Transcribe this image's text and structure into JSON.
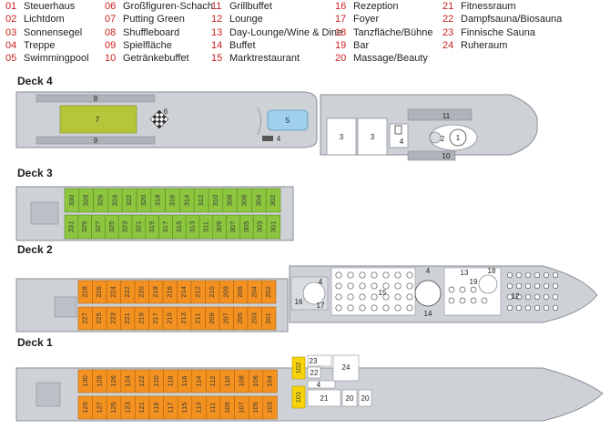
{
  "legend": [
    {
      "num": "01",
      "label": "Steuerhaus"
    },
    {
      "num": "02",
      "label": "Lichtdom"
    },
    {
      "num": "03",
      "label": "Sonnensegel"
    },
    {
      "num": "04",
      "label": "Treppe"
    },
    {
      "num": "05",
      "label": "Swimmingpool"
    },
    {
      "num": "06",
      "label": "Großfiguren-Schach"
    },
    {
      "num": "07",
      "label": "Putting Green"
    },
    {
      "num": "08",
      "label": "Shuffleboard"
    },
    {
      "num": "09",
      "label": "Spielfläche"
    },
    {
      "num": "10",
      "label": "Getränkebuffet"
    },
    {
      "num": "11",
      "label": "Grillbuffet"
    },
    {
      "num": "12",
      "label": "Lounge"
    },
    {
      "num": "13",
      "label": "Day-Lounge/Wine & Dine"
    },
    {
      "num": "14",
      "label": "Buffet"
    },
    {
      "num": "15",
      "label": "Marktrestaurant"
    },
    {
      "num": "16",
      "label": "Rezeption"
    },
    {
      "num": "17",
      "label": "Foyer"
    },
    {
      "num": "18",
      "label": "Tanzfläche/Bühne"
    },
    {
      "num": "19",
      "label": "Bar"
    },
    {
      "num": "20",
      "label": "Massage/Beauty"
    },
    {
      "num": "21",
      "label": "Fitnessraum"
    },
    {
      "num": "22",
      "label": "Dampfsauna/Biosauna"
    },
    {
      "num": "23",
      "label": "Finnische Sauna"
    },
    {
      "num": "24",
      "label": "Ruheraum"
    }
  ],
  "decks": [
    {
      "title": "Deck 4",
      "areas": [
        "8",
        "7",
        "6",
        "9",
        "5",
        "4",
        "3",
        "3",
        "4",
        "2",
        "1",
        "11",
        "10"
      ]
    },
    {
      "title": "Deck 3",
      "cabins_top": [
        "330",
        "328",
        "326",
        "324",
        "322",
        "320",
        "318",
        "316",
        "314",
        "312",
        "310",
        "308",
        "306",
        "304",
        "302"
      ],
      "cabins_bottom": [
        "331",
        "329",
        "327",
        "325",
        "323",
        "321",
        "319",
        "317",
        "315",
        "313",
        "311",
        "309",
        "307",
        "305",
        "303",
        "301"
      ]
    },
    {
      "title": "Deck 2",
      "cabins_top": [
        "228",
        "226",
        "224",
        "222",
        "220",
        "218",
        "216",
        "214",
        "212",
        "210",
        "208",
        "206",
        "204",
        "202"
      ],
      "cabins_bottom": [
        "227",
        "225",
        "223",
        "221",
        "219",
        "217",
        "215",
        "213",
        "211",
        "209",
        "207",
        "205",
        "203",
        "201"
      ],
      "areas": [
        "16",
        "4",
        "17",
        "15",
        "4",
        "14",
        "13",
        "18",
        "19",
        "12"
      ]
    },
    {
      "title": "Deck 1",
      "cabins_top": [
        "130",
        "128",
        "126",
        "124",
        "122",
        "120",
        "118",
        "116",
        "114",
        "112",
        "110",
        "108",
        "106",
        "104"
      ],
      "cabins_bottom": [
        "129",
        "127",
        "125",
        "123",
        "121",
        "119",
        "117",
        "115",
        "113",
        "111",
        "109",
        "107",
        "105",
        "103"
      ],
      "cabins_yellow": [
        "102",
        "101"
      ],
      "areas": [
        "23",
        "22",
        "24",
        "4",
        "21",
        "20",
        "20"
      ]
    }
  ],
  "colors": {
    "legend_number": "#c8201e",
    "hull": "#c9cdd2",
    "hull_stroke": "#8a8f96",
    "cabin_green": "#8cc63f",
    "cabin_orange": "#f39221",
    "cabin_yellow": "#f7d40b",
    "pool": "#9fd0ee",
    "putting_green": "#b6c63a"
  }
}
